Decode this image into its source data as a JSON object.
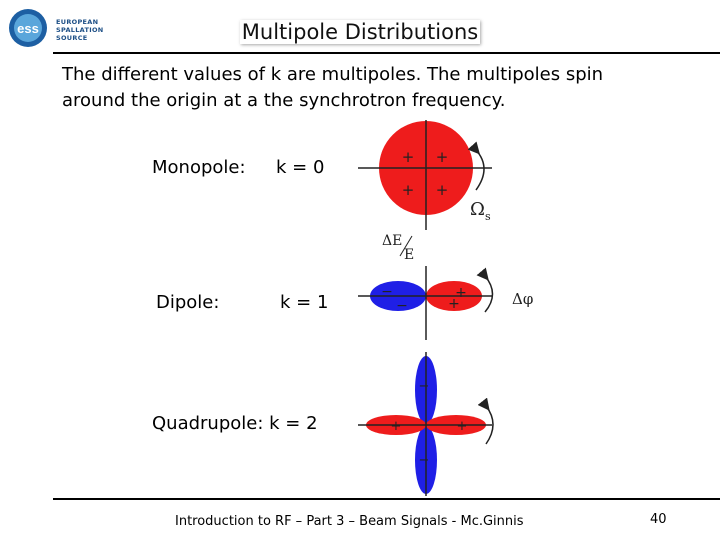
{
  "logo": {
    "line1": "EUROPEAN",
    "line2": "SPALLATION",
    "line3": "SOURCE",
    "mark": "ess"
  },
  "title": "Multipole Distributions",
  "intro": "The different values of k are multipoles. The multipoles spin around the origin at a the synchrotron frequency.",
  "rows": [
    {
      "name": "Monopole:",
      "k": "k = 0"
    },
    {
      "name": "Dipole:",
      "k": "k = 1"
    },
    {
      "name": "Quadrupole: k = 2",
      "k": ""
    }
  ],
  "figure": {
    "omega_label": "Ω",
    "omega_sub": "s",
    "de_label": "ΔE",
    "e_label": "E",
    "dphi_label": "Δφ",
    "plus": "+",
    "minus": "−",
    "colors": {
      "positive": "#ee1c1c",
      "negative": "#1f1fe6"
    }
  },
  "footer": "Introduction to RF – Part 3 – Beam Signals - Mc.Ginnis",
  "page_number": "40"
}
